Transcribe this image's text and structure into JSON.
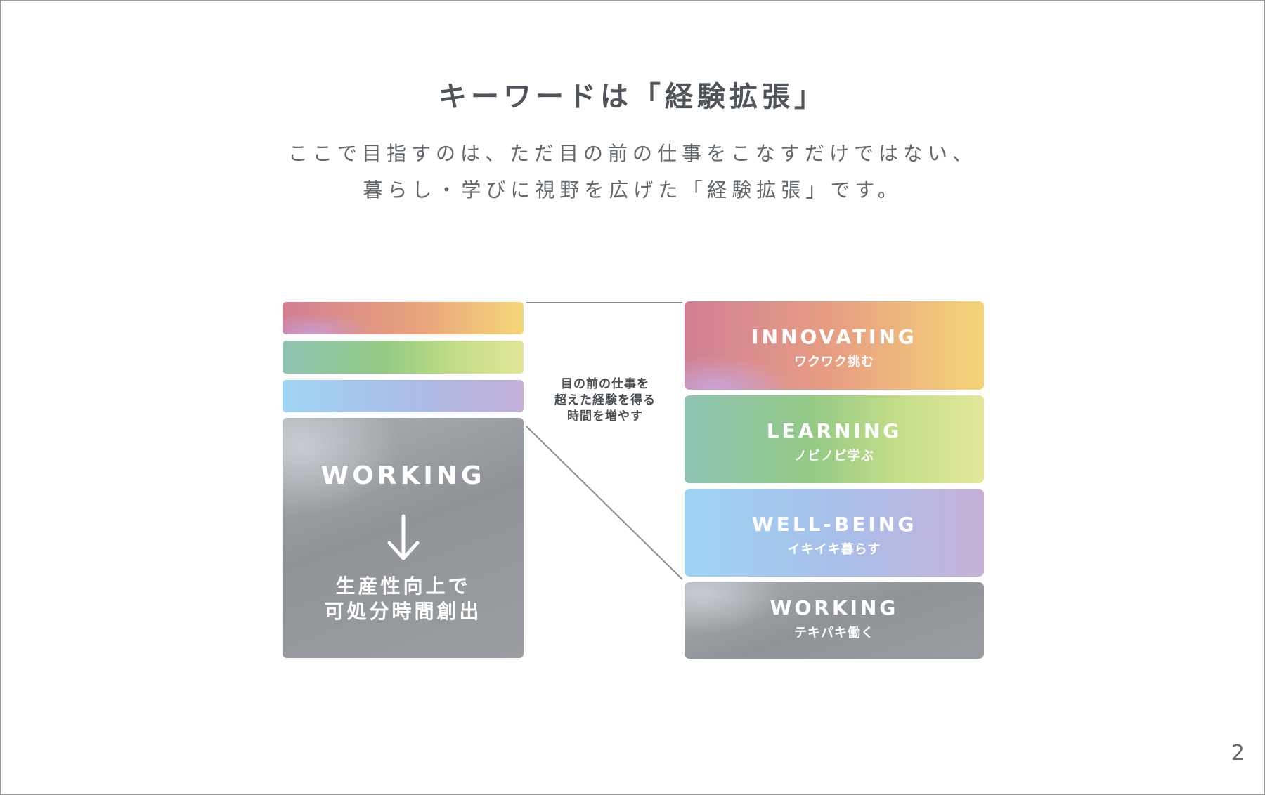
{
  "slide": {
    "title": "キーワードは「経験拡張」",
    "subtitle_lines": [
      "ここで目指すのは、ただ目の前の仕事をこなすだけではない、",
      "暮らし・学びに視野を広げた「経験拡張」です。"
    ],
    "page_number": "2"
  },
  "diagram": {
    "left_box": {
      "label": "WORKING",
      "arrow_icon": "arrow-down-icon",
      "description_lines": [
        "生産性向上で",
        "可処分時間創出"
      ]
    },
    "middle_text_lines": [
      "目の前の仕事を",
      "超えた経験を得る",
      "時間を増やす"
    ],
    "right_boxes": [
      {
        "title": "INNOVATING",
        "subtitle": "ワクワク挑む"
      },
      {
        "title": "LEARNING",
        "subtitle": "ノビノビ学ぶ"
      },
      {
        "title": "WELL-BEING",
        "subtitle": "イキイキ暮らす"
      },
      {
        "title": "WORKING",
        "subtitle": "テキパキ働く"
      }
    ]
  },
  "colors": {
    "innovating": [
      "#d17e93",
      "#e9a17c",
      "#f5d777"
    ],
    "learning": [
      "#8fc4b4",
      "#92c983",
      "#e2e697"
    ],
    "wellbeing": [
      "#9fd4f2",
      "#aabce6",
      "#c5b0d9"
    ],
    "working": [
      "#a9aeb3",
      "#909499"
    ],
    "connector_line": "#8a8e92"
  }
}
